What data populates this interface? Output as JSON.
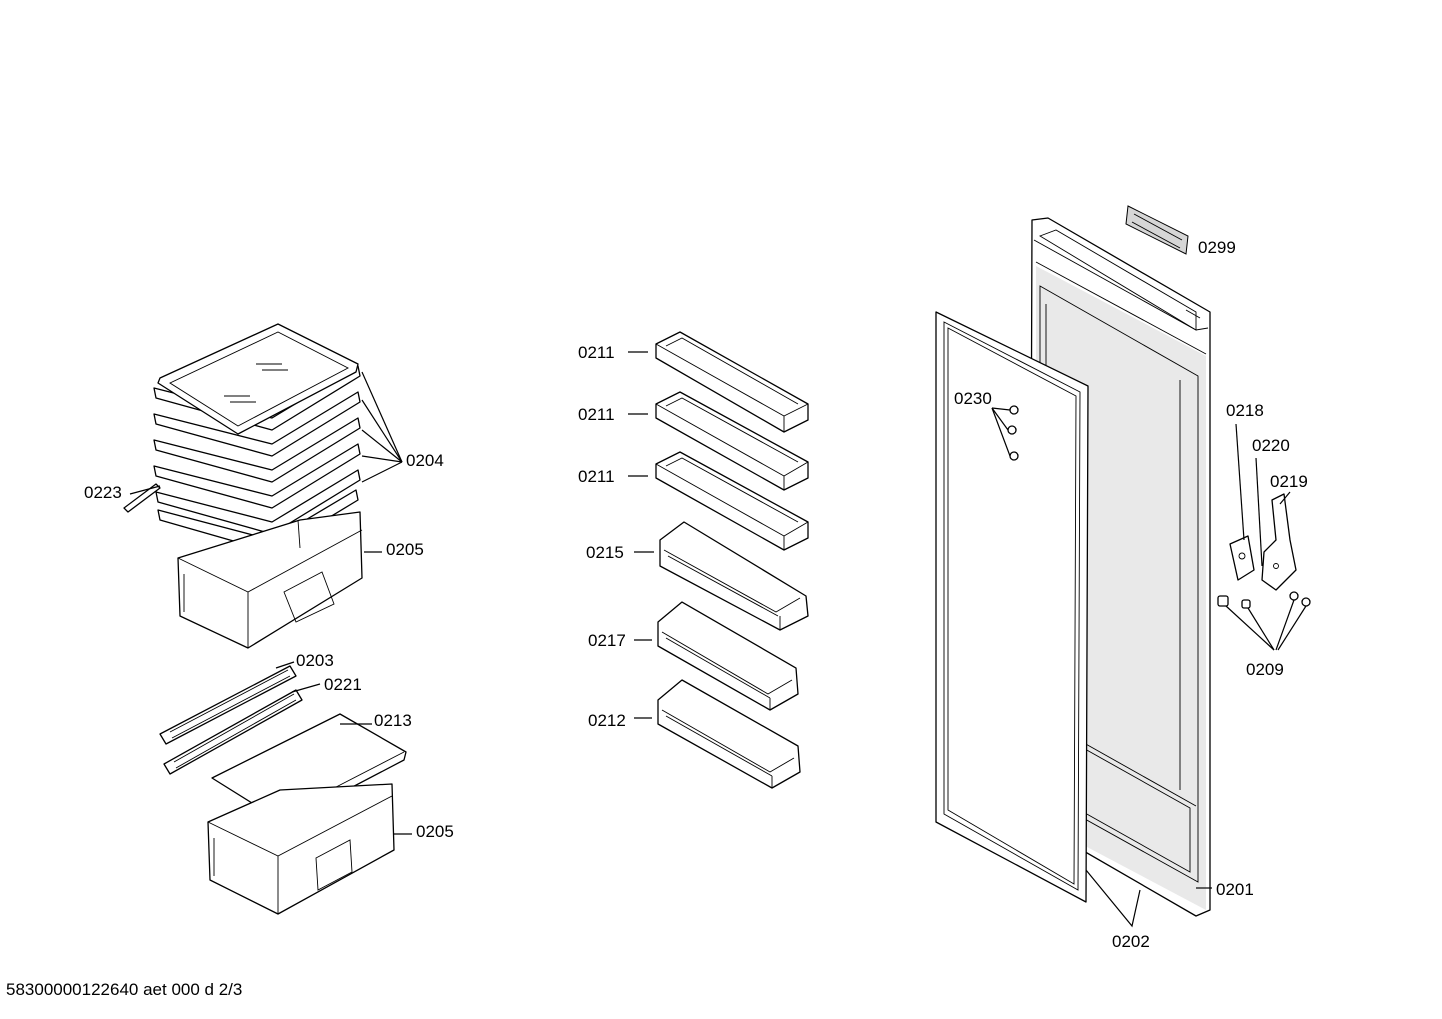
{
  "labels": {
    "l0204": "0204",
    "l0223": "0223",
    "l0205a": "0205",
    "l0203": "0203",
    "l0221": "0221",
    "l0213": "0213",
    "l0205b": "0205",
    "l0211a": "0211",
    "l0211b": "0211",
    "l0211c": "0211",
    "l0215": "0215",
    "l0217": "0217",
    "l0212": "0212",
    "l0299": "0299",
    "l0230": "0230",
    "l0218": "0218",
    "l0220": "0220",
    "l0219": "0219",
    "l0209": "0209",
    "l0201": "0201",
    "l0202": "0202"
  },
  "footer": {
    "code": "58300000122640 aet 000 d 2/3"
  }
}
